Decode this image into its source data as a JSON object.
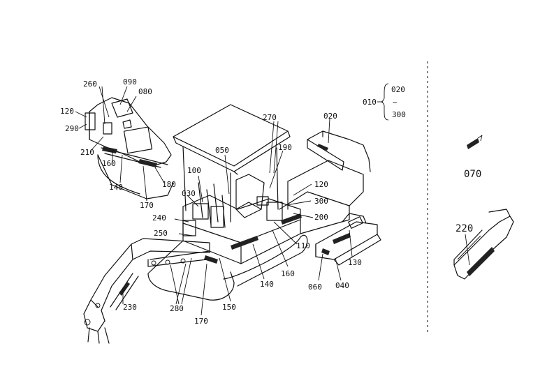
{
  "callouts": {
    "c010": "010",
    "c020": "020",
    "c030": "030",
    "c040": "040",
    "c050": "050",
    "c060": "060",
    "c070": "070",
    "c080": "080",
    "c090": "090",
    "c100": "100",
    "c110": "110",
    "c120a": "120",
    "c120b": "120",
    "c130": "130",
    "c140a": "140",
    "c140b": "140",
    "c150": "150",
    "c160a": "160",
    "c160b": "160",
    "c170a": "170",
    "c170b": "170",
    "c180": "180",
    "c190": "190",
    "c200": "200",
    "c210": "210",
    "c220": "220",
    "c230": "230",
    "c240": "240",
    "c250": "250",
    "c260": "260",
    "c270": "270",
    "c280": "280",
    "c290": "290",
    "c300a": "300",
    "c300b": "300",
    "c020b": "020"
  },
  "legend": {
    "tilde": "~"
  },
  "colors": {
    "ink": "#111111",
    "paper": "#ffffff"
  }
}
